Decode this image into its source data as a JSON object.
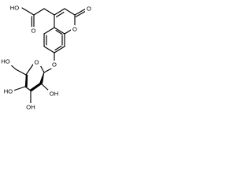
{
  "structure": {
    "labels": {
      "carboxyl_oh": "HO",
      "carboxyl_o": "O",
      "lactone_carbonyl_o": "O",
      "ring_o": "O",
      "glycosidic_o": "O",
      "sugar_ring_o": "O",
      "ch2oh": "HO",
      "c4_oh": "HO",
      "c3_oh": "OH",
      "c2_oh": "OH"
    }
  }
}
